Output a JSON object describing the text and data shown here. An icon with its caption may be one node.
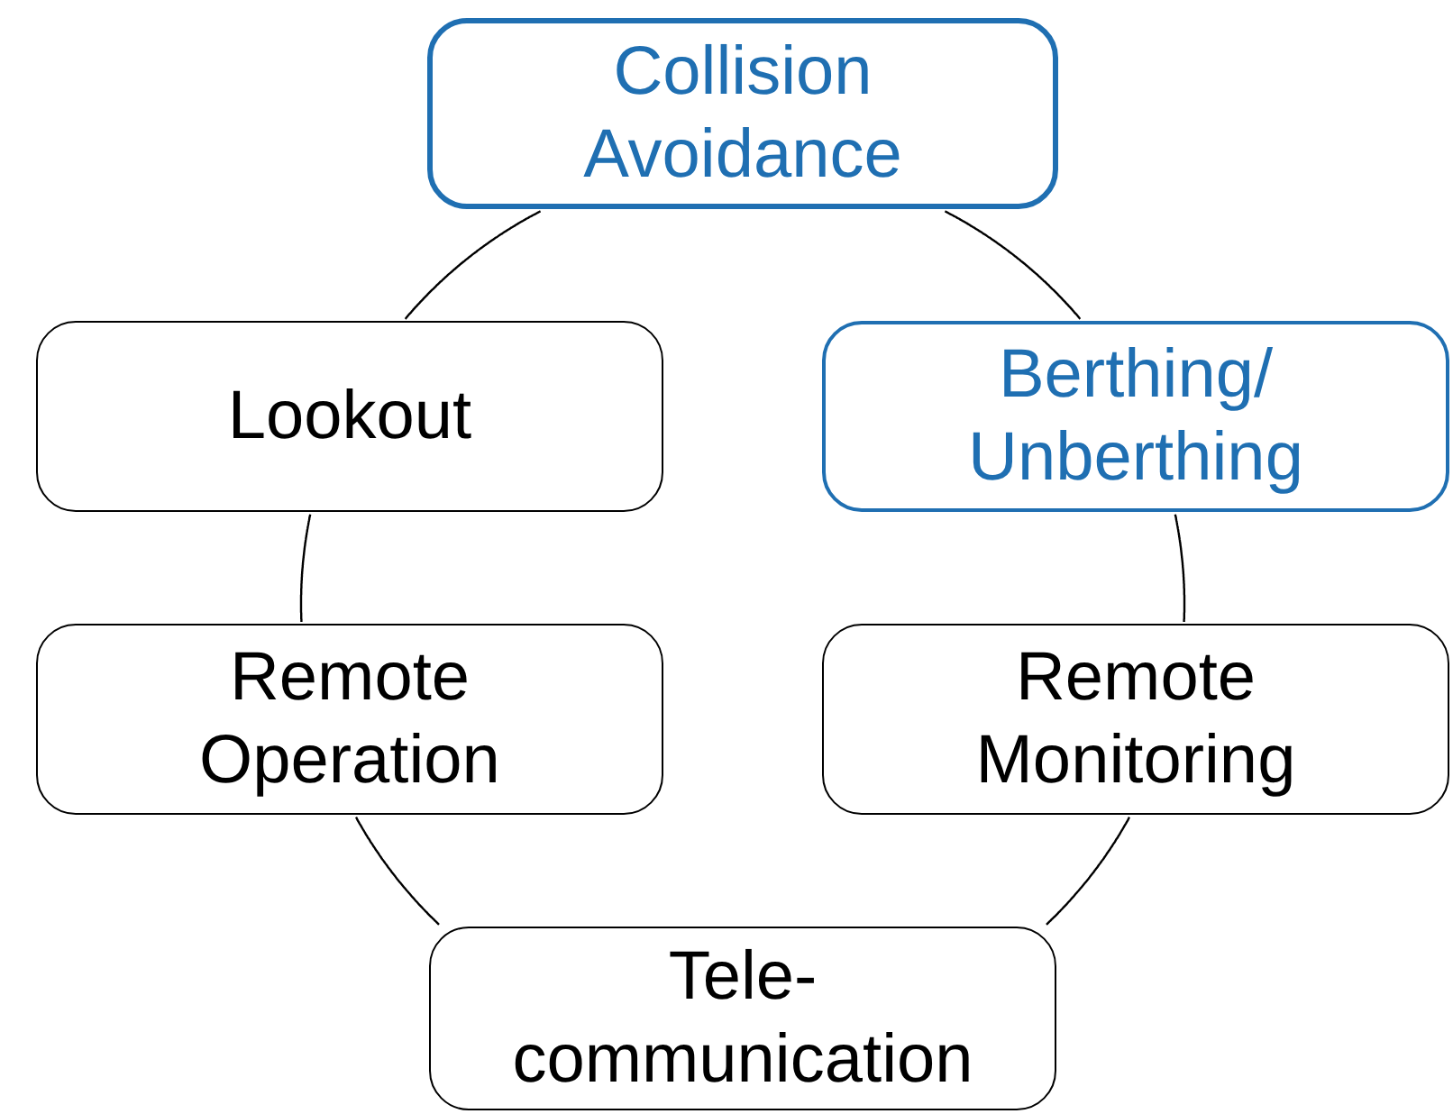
{
  "diagram": {
    "nodes": [
      {
        "text": [
          "Collision Avoidance"
        ]
      },
      {
        "text": [
          "Lookout"
        ]
      },
      {
        "text": [
          "Berthing/ Unberthing"
        ]
      },
      {
        "text": [
          "Remote Operation"
        ]
      },
      {
        "text": [
          "Remote Monitoring"
        ]
      },
      {
        "text": [
          "Tele- communication"
        ]
      }
    ],
    "edges": [
      {
        "from": 0,
        "to": 2,
        "arrow": "none"
      },
      {
        "from": 2,
        "to": 4,
        "arrow": "none"
      },
      {
        "from": 4,
        "to": 5,
        "arrow": "none"
      },
      {
        "from": 5,
        "to": 3,
        "arrow": "none"
      },
      {
        "from": 3,
        "to": 1,
        "arrow": "none"
      },
      {
        "from": 1,
        "to": 0,
        "arrow": "none"
      }
    ]
  }
}
